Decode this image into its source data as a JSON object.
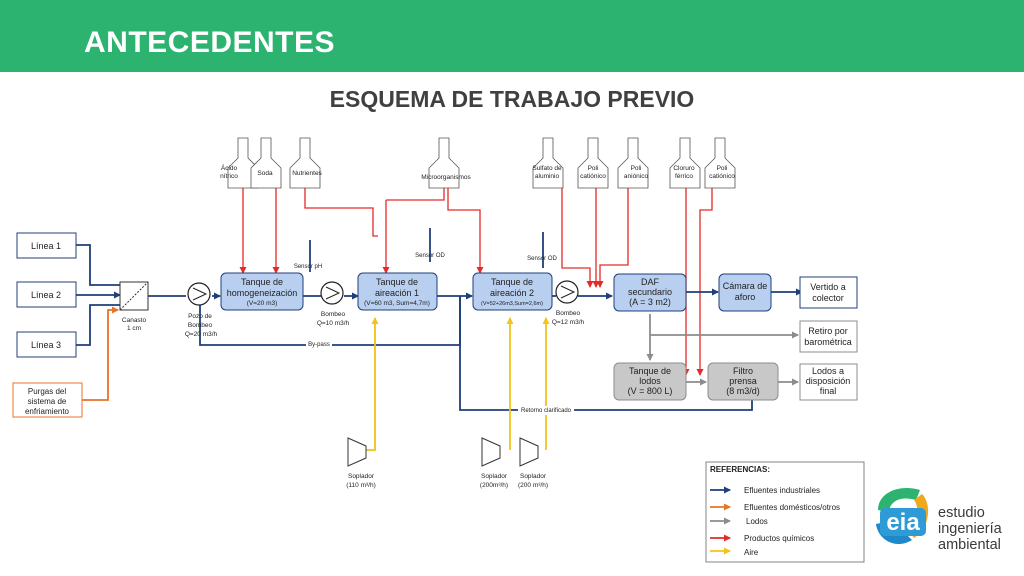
{
  "header": {
    "title": "ANTECEDENTES"
  },
  "subtitle": "ESQUEMA DE TRABAJO PREVIO",
  "inputs": [
    {
      "label": "Línea 1"
    },
    {
      "label": "Línea 2"
    },
    {
      "label": "Línea 3"
    },
    {
      "label_lines": [
        "Purgas del",
        "sistema de",
        "enfriamiento"
      ]
    }
  ],
  "chemicals": [
    {
      "lines": [
        "Ácido",
        "nítrico"
      ]
    },
    {
      "lines": [
        "Soda"
      ]
    },
    {
      "lines": [
        "Nutrientes"
      ]
    },
    {
      "lines": [
        "Microorganismos"
      ]
    },
    {
      "lines": [
        "Sulfato de",
        "aluminio"
      ]
    },
    {
      "lines": [
        "Poli",
        "catiónico"
      ]
    },
    {
      "lines": [
        "Poli",
        "aniónico"
      ]
    },
    {
      "lines": [
        "Cloruro",
        "férrico"
      ]
    },
    {
      "lines": [
        "Poli",
        "catiónico"
      ]
    }
  ],
  "canasto": {
    "lines": [
      "Canasto",
      "1 cm"
    ]
  },
  "pozo": {
    "lines": [
      "Pozo de",
      "Bombeo",
      "Q=20 m3/h"
    ]
  },
  "tanks": {
    "homog": {
      "lines": [
        "Tanque de",
        "homogeneización"
      ],
      "sub": "(V=20 m3)"
    },
    "aer1": {
      "lines": [
        "Tanque de",
        "aireación 1"
      ],
      "sub": "(V=60 m3, Sum=4,7m)"
    },
    "aer2": {
      "lines": [
        "Tanque de",
        "aireación 2"
      ],
      "sub": "(V=52+26m3,Sum=2,6m)"
    },
    "daf": {
      "lines": [
        "DAF",
        "secundario",
        "(A = 3 m2)"
      ]
    },
    "camara": {
      "lines": [
        "Cámara de",
        "aforo"
      ]
    },
    "lodos": {
      "lines": [
        "Tanque de",
        "lodos",
        "(V = 800 L)"
      ]
    },
    "filtro": {
      "lines": [
        "Filtro",
        "prensa",
        "(8 m3/d)"
      ]
    }
  },
  "outputs": {
    "vertido": {
      "lines": [
        "Vertido a",
        "colector"
      ]
    },
    "retiro": {
      "lines": [
        "Retiro por",
        "barométrica"
      ]
    },
    "disposicion": {
      "lines": [
        "Lodos a",
        "disposición",
        "final"
      ]
    }
  },
  "sensors": {
    "ph": "Sensor pH",
    "od1": "Sensor OD",
    "od2": "Sensor OD"
  },
  "pumps": {
    "b1": {
      "lines": [
        "Bombeo",
        "Q=10 m3/h"
      ]
    },
    "b2": {
      "lines": [
        "Bombeo",
        "Q=12 m3/h"
      ]
    }
  },
  "flow_labels": {
    "bypass": "By-pass",
    "retorno": "Retorno clarificado"
  },
  "blowers": [
    {
      "name": "Soplador",
      "flow": "(110 m³/h)"
    },
    {
      "name": "Soplador",
      "flow": "(200m³/h)"
    },
    {
      "name": "Soplador",
      "flow": "(200 m³/h)"
    }
  ],
  "legend": {
    "title": "REFERENCIAS:",
    "items": [
      {
        "label": "Efluentes industriales",
        "color": "#1f3f7a"
      },
      {
        "label": "Efluentes domésticos/otros",
        "color": "#e8732a"
      },
      {
        "label": "Lodos",
        "color": "#8c8c8c"
      },
      {
        "label": "Productos químicos",
        "color": "#e52a2a"
      },
      {
        "label": "Aire",
        "color": "#f2c318"
      }
    ]
  },
  "logo": {
    "mark": "eia",
    "lines": [
      "estudio",
      "ingeniería",
      "ambiental"
    ]
  },
  "colors": {
    "header_bg": "#2db370",
    "tank_fill": "#b8cff0",
    "gray_box": "#c8c8c8",
    "industrial": "#1f3f7a",
    "domestic": "#e8732a",
    "sludge": "#8c8c8c",
    "chemical": "#e52a2a",
    "air": "#f2c318"
  }
}
